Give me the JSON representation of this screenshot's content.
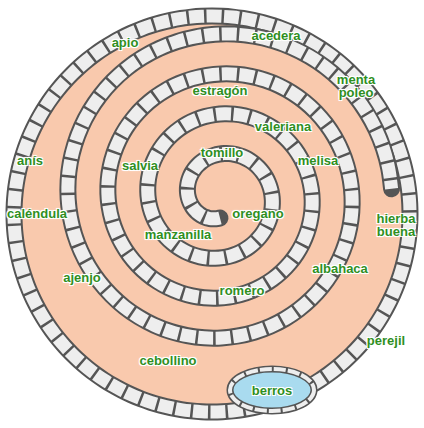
{
  "diagram": {
    "nodes": [
      {
        "text": [
          "berros"
        ]
      }
    ],
    "labels": [
      "apio",
      "acedera",
      "menta poleo",
      "estragón",
      "valeriana",
      "anís",
      "salvia",
      "tomillo",
      "melisa",
      "hierba buena",
      "caléndula",
      "manzanilla",
      "oregano",
      "albahaca",
      "ajenjo",
      "romero",
      "perejil",
      "cebollino"
    ]
  }
}
